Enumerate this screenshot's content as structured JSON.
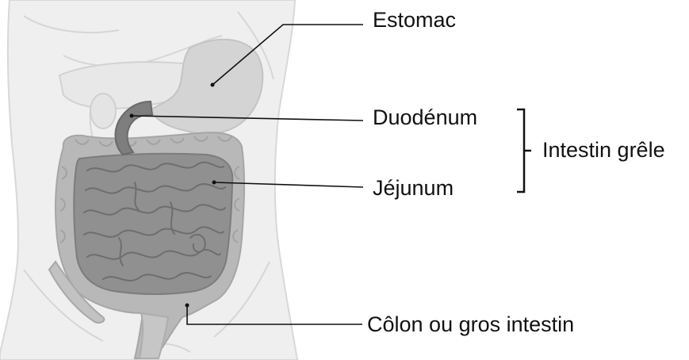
{
  "labels": {
    "estomac": "Estomac",
    "duodenum": "Duodénum",
    "jejunum": "Jéjunum",
    "intestin_grele": "Intestin grêle",
    "colon": "Côlon ou gros intestin"
  },
  "colors": {
    "body": "#efefef",
    "body_outline": "#d8d8d8",
    "stomach": "#d4d4d4",
    "duodenum": "#7e7e7e",
    "small_intestine": "#909090",
    "colon": "#b8b8b8",
    "leader_line": "#111111"
  }
}
